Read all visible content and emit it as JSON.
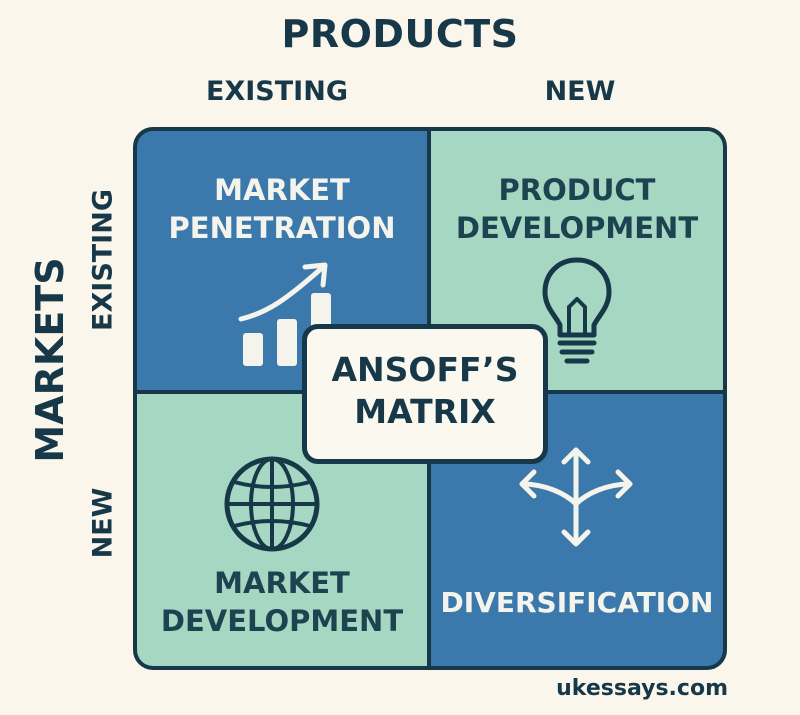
{
  "axes": {
    "top_title": "PRODUCTS",
    "top_columns": [
      "EXISTING",
      "NEW"
    ],
    "side_title": "MARKETS",
    "side_rows": [
      "EXISTING",
      "NEW"
    ]
  },
  "quadrants": {
    "top_left": {
      "line1": "MARKET",
      "line2": "PENETRATION",
      "icon": "growth-chart-icon"
    },
    "top_right": {
      "line1": "PRODUCT",
      "line2": "DEVELOPMENT",
      "icon": "lightbulb-icon"
    },
    "bottom_left": {
      "line1": "MARKET",
      "line2": "DEVELOPMENT",
      "icon": "globe-icon"
    },
    "bottom_right": {
      "line1": "DIVERSIFICATION",
      "icon": "branching-arrows-icon"
    }
  },
  "center": {
    "line1": "ANSOFF’S",
    "line2": "MATRIX"
  },
  "source": "ukessays.com",
  "colors": {
    "background": "#faf6ec",
    "dark": "#173848",
    "blue": "#3b79ac",
    "mint": "#a6d7c2",
    "light_text": "#f4f4ec"
  }
}
